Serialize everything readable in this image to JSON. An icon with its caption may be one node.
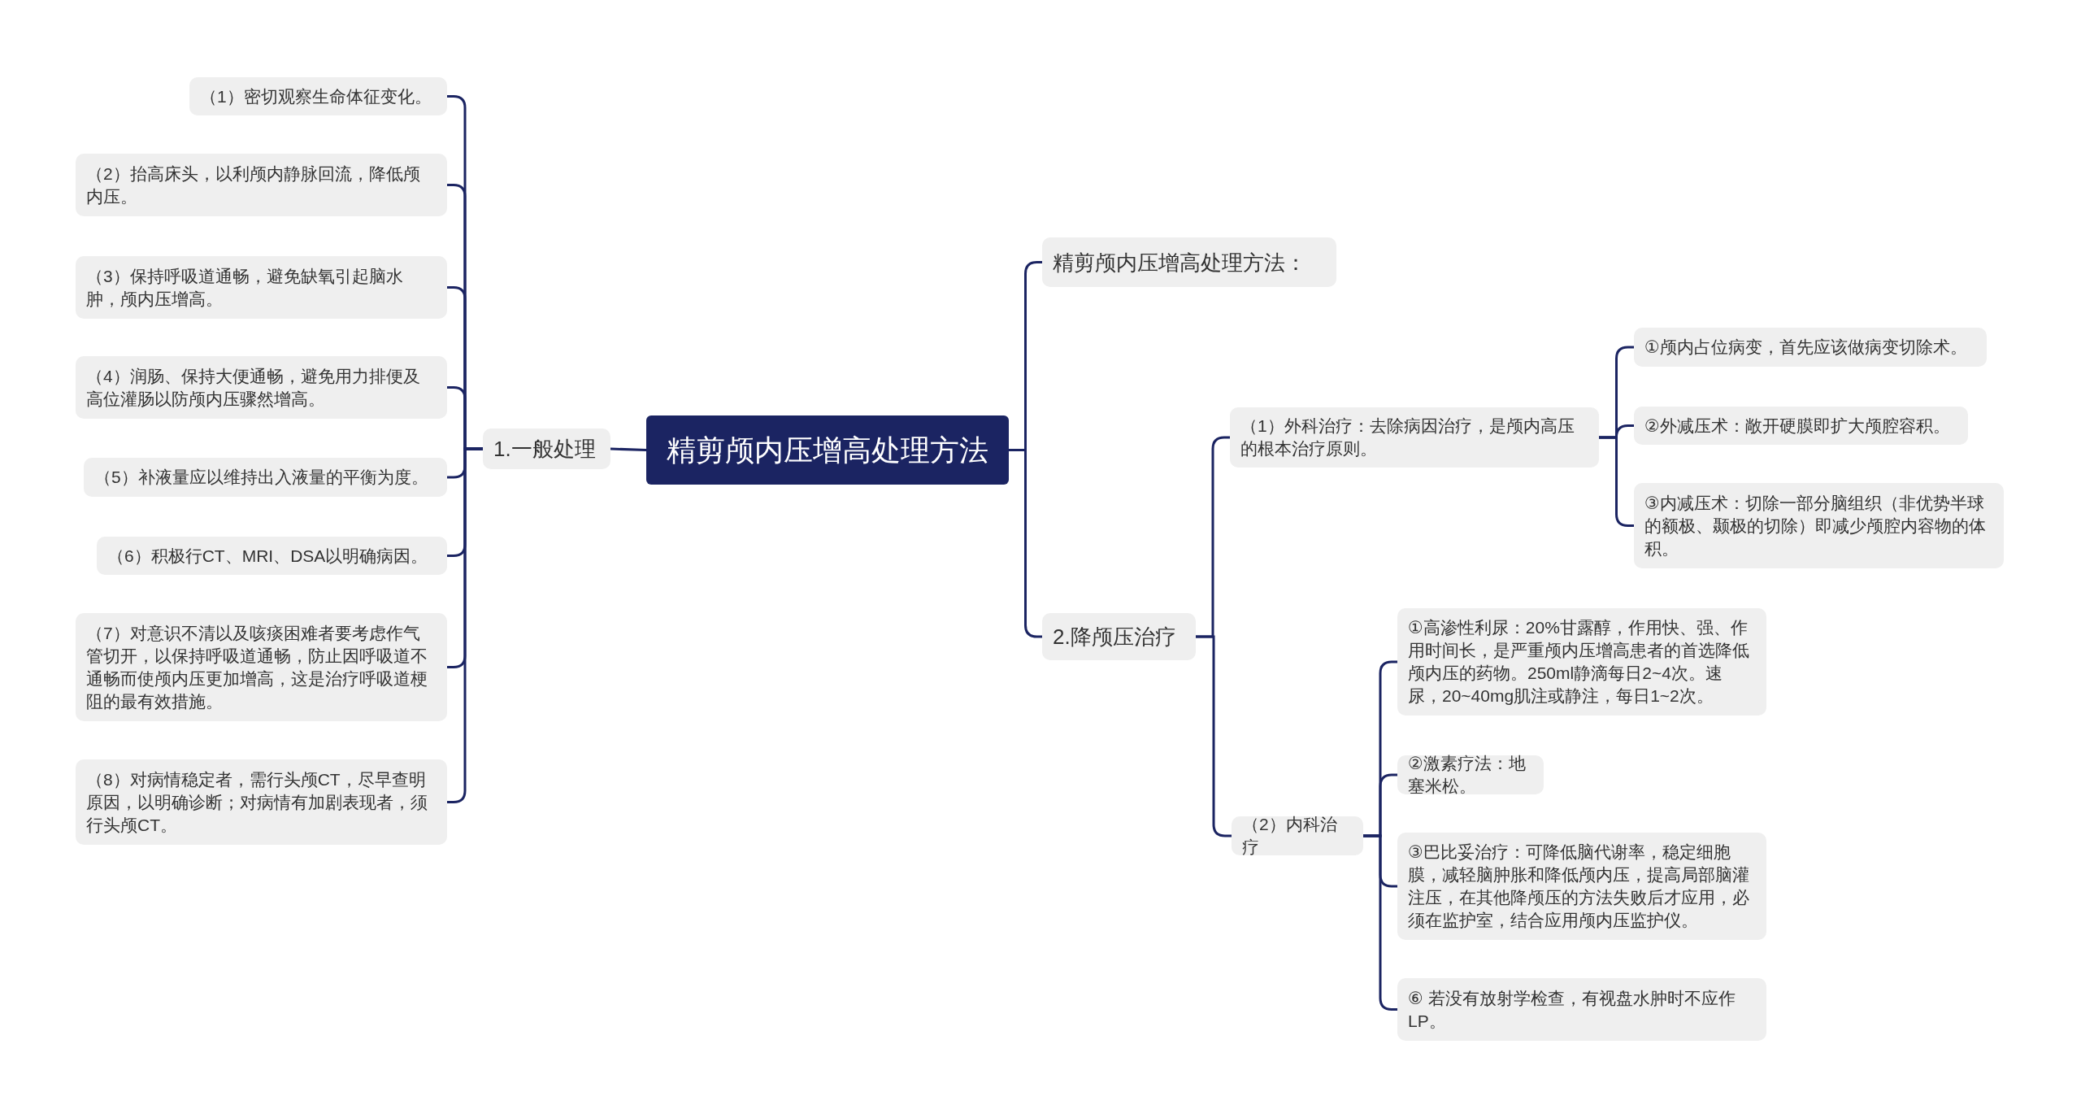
{
  "diagram": {
    "nodes": [
      {
        "text": [
          "精剪颅内压增高处理方法"
        ]
      },
      {
        "text": [
          "1.一般处理"
        ]
      },
      {
        "text": [
          "（1）密切观察生命体征变化。"
        ]
      },
      {
        "text": [
          "（2）抬高床头，以利颅内静脉回流，降低颅内压。"
        ]
      },
      {
        "text": [
          "（3）保持呼吸道通畅，避免缺氧引起脑水肿，颅内压增高。"
        ]
      },
      {
        "text": [
          "（4）润肠、保持大便通畅，避免用力排便及高位灌肠以防颅内压骤然增高。"
        ]
      },
      {
        "text": [
          "（5）补液量应以维持出入液量的平衡为度。"
        ]
      },
      {
        "text": [
          "（6）积极行CT、MRI、DSA以明确病因。"
        ]
      },
      {
        "text": [
          "（7）对意识不清以及咳痰困难者要考虑作气管切开，以保持呼吸道通畅，防止因呼吸道不通畅而使颅内压更加增高，这是治疗呼吸道梗阻的最有效措施。"
        ]
      },
      {
        "text": [
          "（8）对病情稳定者，需行头颅CT，尽早查明原因，以明确诊断；对病情有加剧表现者，须行头颅CT。"
        ]
      },
      {
        "text": [
          "精剪颅内压增高处理方法："
        ]
      },
      {
        "text": [
          "2.降颅压治疗"
        ]
      },
      {
        "text": [
          "（1）外科治疗：去除病因治疗，是颅内高压的根本治疗原则。"
        ]
      },
      {
        "text": [
          "①颅内占位病变，首先应该做病变切除术。"
        ]
      },
      {
        "text": [
          "②外减压术：敞开硬膜即扩大颅腔容积。"
        ]
      },
      {
        "text": [
          "③内减压术：切除一部分脑组织（非优势半球的额极、颞极的切除）即减少颅腔内容物的体积。"
        ]
      },
      {
        "text": [
          "（2）内科治疗"
        ]
      },
      {
        "text": [
          "①高渗性利尿：20%甘露醇，作用快、强、作用时间长，是严重颅内压增高患者的首选降低颅内压的药物。250ml静滴每日2~4次。速尿，20~40mg肌注或静注，每日1~2次。"
        ]
      },
      {
        "text": [
          "②激素疗法：地塞米松。"
        ]
      },
      {
        "text": [
          "③巴比妥治疗：可降低脑代谢率，稳定细胞膜，减轻脑肿胀和降低颅内压，提高局部脑灌注压，在其他降颅压的方法失败后才应用，必须在监护室，结合应用颅内压监护仪。"
        ]
      },
      {
        "text": [
          "⑥ 若没有放射学检查，有视盘水肿时不应作LP。"
        ]
      }
    ],
    "edges": [
      {
        "from": 0,
        "to": 1,
        "arrow": "none"
      },
      {
        "from": 1,
        "to": 2,
        "arrow": "none"
      },
      {
        "from": 1,
        "to": 3,
        "arrow": "none"
      },
      {
        "from": 1,
        "to": 4,
        "arrow": "none"
      },
      {
        "from": 1,
        "to": 5,
        "arrow": "none"
      },
      {
        "from": 1,
        "to": 6,
        "arrow": "none"
      },
      {
        "from": 1,
        "to": 7,
        "arrow": "none"
      },
      {
        "from": 1,
        "to": 8,
        "arrow": "none"
      },
      {
        "from": 1,
        "to": 9,
        "arrow": "none"
      },
      {
        "from": 0,
        "to": 10,
        "arrow": "none"
      },
      {
        "from": 0,
        "to": 11,
        "arrow": "none"
      },
      {
        "from": 11,
        "to": 12,
        "arrow": "none"
      },
      {
        "from": 12,
        "to": 13,
        "arrow": "none"
      },
      {
        "from": 12,
        "to": 14,
        "arrow": "none"
      },
      {
        "from": 12,
        "to": 15,
        "arrow": "none"
      },
      {
        "from": 11,
        "to": 16,
        "arrow": "none"
      },
      {
        "from": 16,
        "to": 17,
        "arrow": "none"
      },
      {
        "from": 16,
        "to": 18,
        "arrow": "none"
      },
      {
        "from": 16,
        "to": 19,
        "arrow": "none"
      },
      {
        "from": 16,
        "to": 20,
        "arrow": "none"
      }
    ]
  }
}
